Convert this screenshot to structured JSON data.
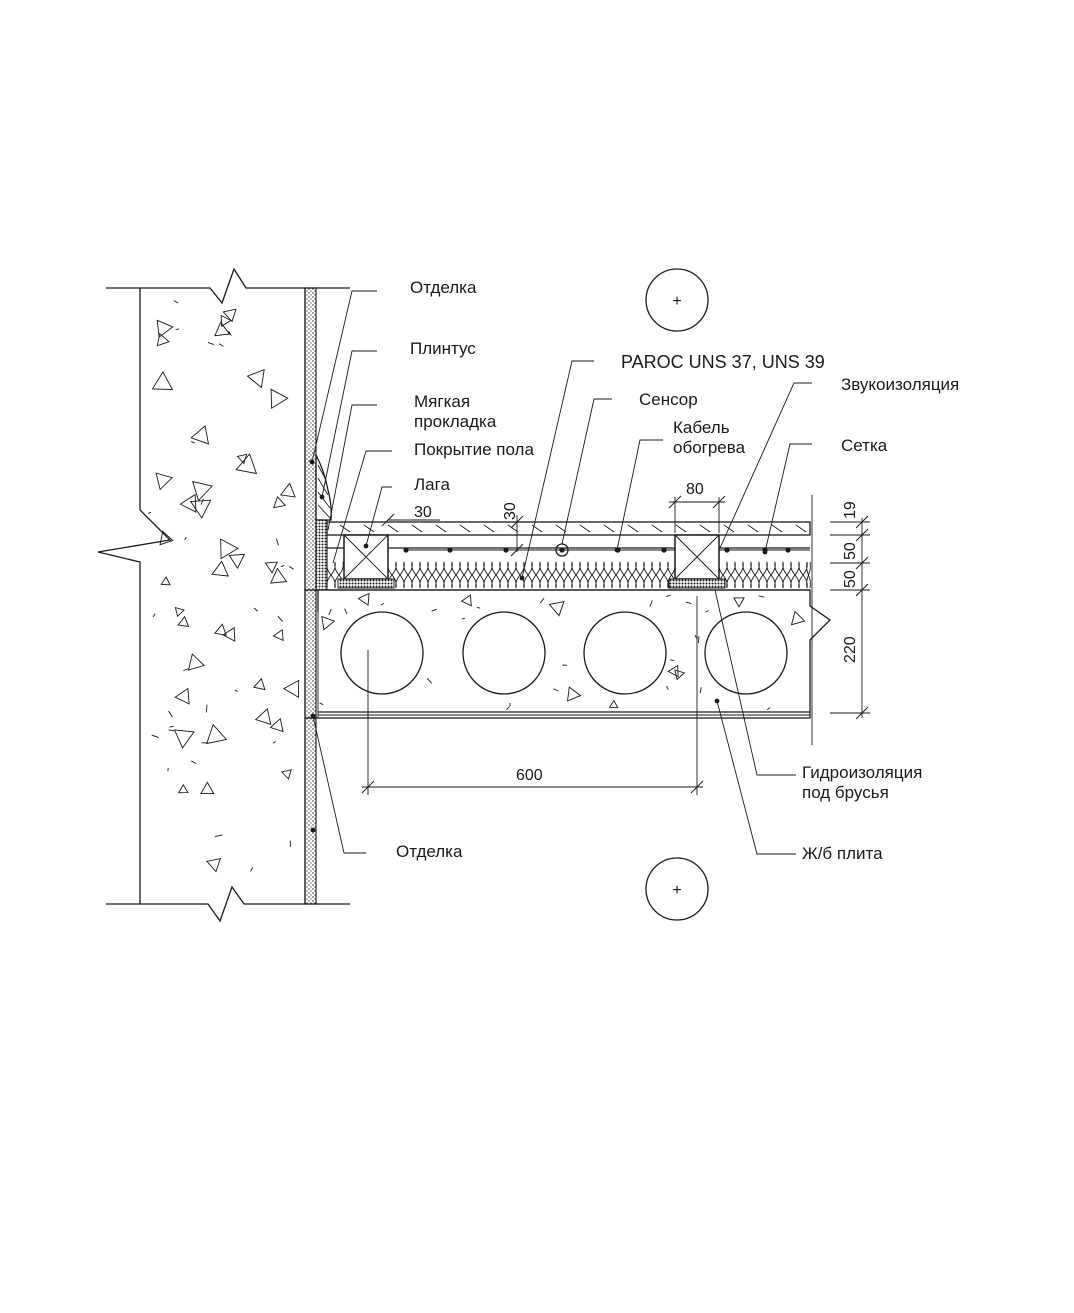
{
  "labels": {
    "otdelka_top": "Отделка",
    "plintus": "Плинтус",
    "myagkaya_1": "Мягкая",
    "myagkaya_2": "прокладка",
    "pokrytie": "Покрытие пола",
    "laga": "Лага",
    "paroc": "PAROC UNS 37, UNS 39",
    "sensor": "Сенсор",
    "kabel_1": "Кабель",
    "kabel_2": "обогрева",
    "zvukoizolyaciya": "Звукоизоляция",
    "setka": "Сетка",
    "gidro_1": "Гидроизоляция",
    "gidro_2": "под брусья",
    "plita": "Ж/б плита",
    "otdelka_bottom": "Отделка"
  },
  "dimensions": {
    "d30_a": "30",
    "d30_b": "30",
    "d80": "80",
    "d19": "19",
    "d50_a": "50",
    "d50_b": "50",
    "d220": "220",
    "d600": "600"
  },
  "markers": {
    "top": "+",
    "bottom": "+"
  }
}
